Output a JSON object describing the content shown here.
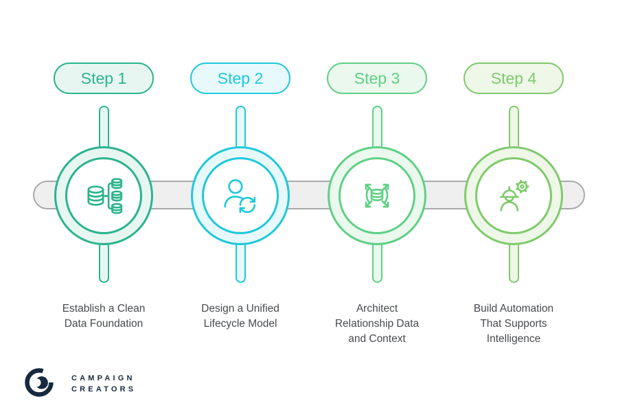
{
  "steps": [
    {
      "badge": "Step 1",
      "label": "Establish a Clean Data Foundation",
      "label_lines": [
        "Establish a Clean",
        "Data Foundation"
      ],
      "accent_color": "#2ab48d",
      "tint_color": "#e8f6f1",
      "icon": "database-branch-icon"
    },
    {
      "badge": "Step 2",
      "label": "Design a Unified Lifecycle Model",
      "label_lines": [
        "Design a Unified",
        "Lifecycle Model"
      ],
      "accent_color": "#1fc8da",
      "tint_color": "#e7f9fb",
      "icon": "user-sync-icon"
    },
    {
      "badge": "Step 3",
      "label": "Architect Relationship Data and Context",
      "label_lines": [
        "Architect",
        "Relationship Data",
        "and Context"
      ],
      "accent_color": "#5ed084",
      "tint_color": "#eaf8ee",
      "icon": "data-expand-icon"
    },
    {
      "badge": "Step 4",
      "label": "Build Automation That Supports Intelligence",
      "label_lines": [
        "Build Automation",
        "That Supports",
        "Intelligence"
      ],
      "accent_color": "#7fca6b",
      "tint_color": "#eef7e8",
      "icon": "engineer-gear-icon"
    }
  ],
  "timeline": {
    "bar_fill": "#efefef",
    "bar_border": "#a9a9a9"
  },
  "label_text_color": "#47494c",
  "brand": {
    "line1": "CAMPAIGN",
    "line2": "CREATORS",
    "color": "#16293e"
  }
}
